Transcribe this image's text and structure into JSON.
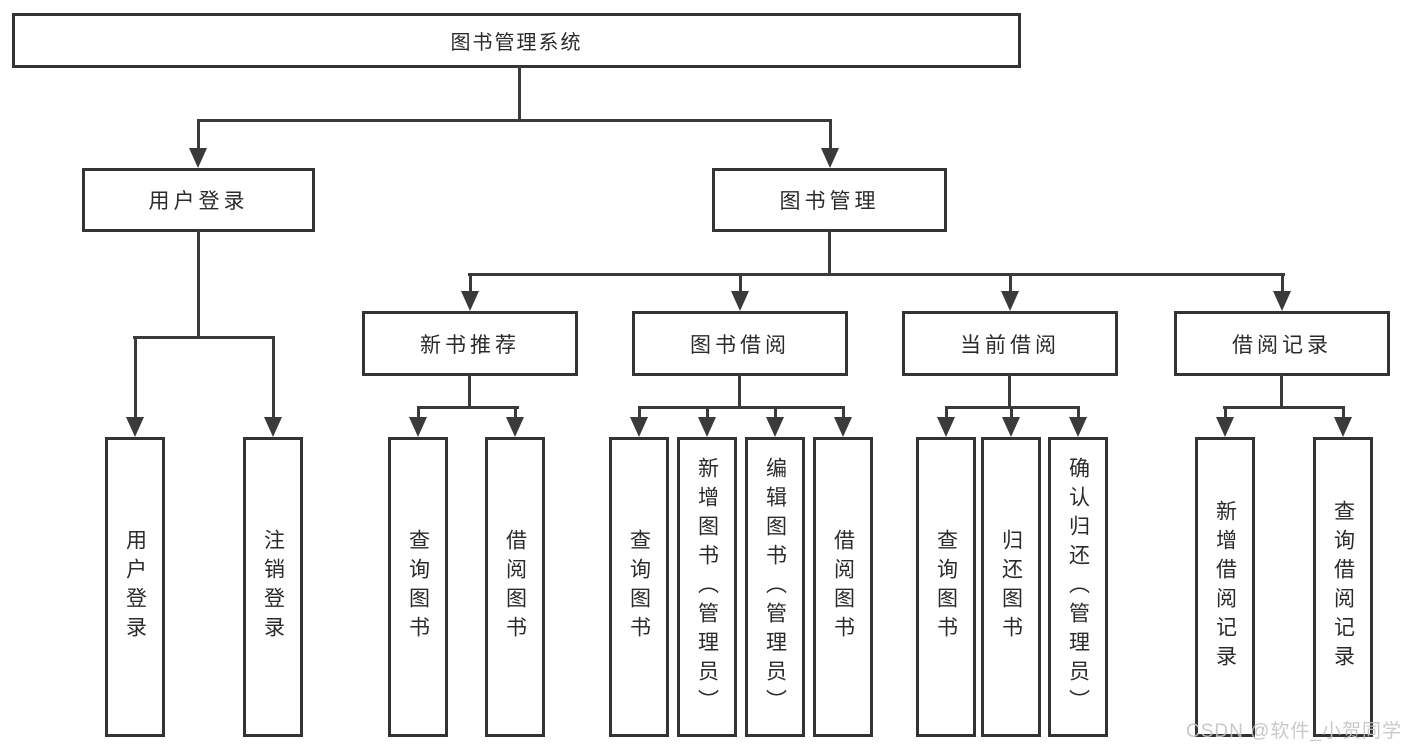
{
  "diagram": {
    "root_label": "图书管理系统",
    "branches": [
      {
        "label": "用户登录",
        "children": [
          {
            "label": "用户登录"
          },
          {
            "label": "注销登录"
          }
        ]
      },
      {
        "label": "图书管理",
        "children": [
          {
            "label": "新书推荐",
            "children": [
              {
                "label": "查询图书"
              },
              {
                "label": "借阅图书"
              }
            ]
          },
          {
            "label": "图书借阅",
            "children": [
              {
                "label": "查询图书"
              },
              {
                "label": "新增图书（管理员）"
              },
              {
                "label": "编辑图书（管理员）"
              },
              {
                "label": "借阅图书"
              }
            ]
          },
          {
            "label": "当前借阅",
            "children": [
              {
                "label": "查询图书"
              },
              {
                "label": "归还图书"
              },
              {
                "label": "确认归还（管理员）"
              }
            ]
          },
          {
            "label": "借阅记录",
            "children": [
              {
                "label": "新增借阅记录"
              },
              {
                "label": "查询借阅记录"
              }
            ]
          }
        ]
      }
    ]
  },
  "watermark": {
    "text": "CSDN @软件_小贺同学"
  },
  "colors": {
    "background": "#ffffff",
    "box_border": "#333333",
    "line": "#3a3a3a",
    "text": "#2b2b2b",
    "watermark": "#c3c3c3"
  }
}
